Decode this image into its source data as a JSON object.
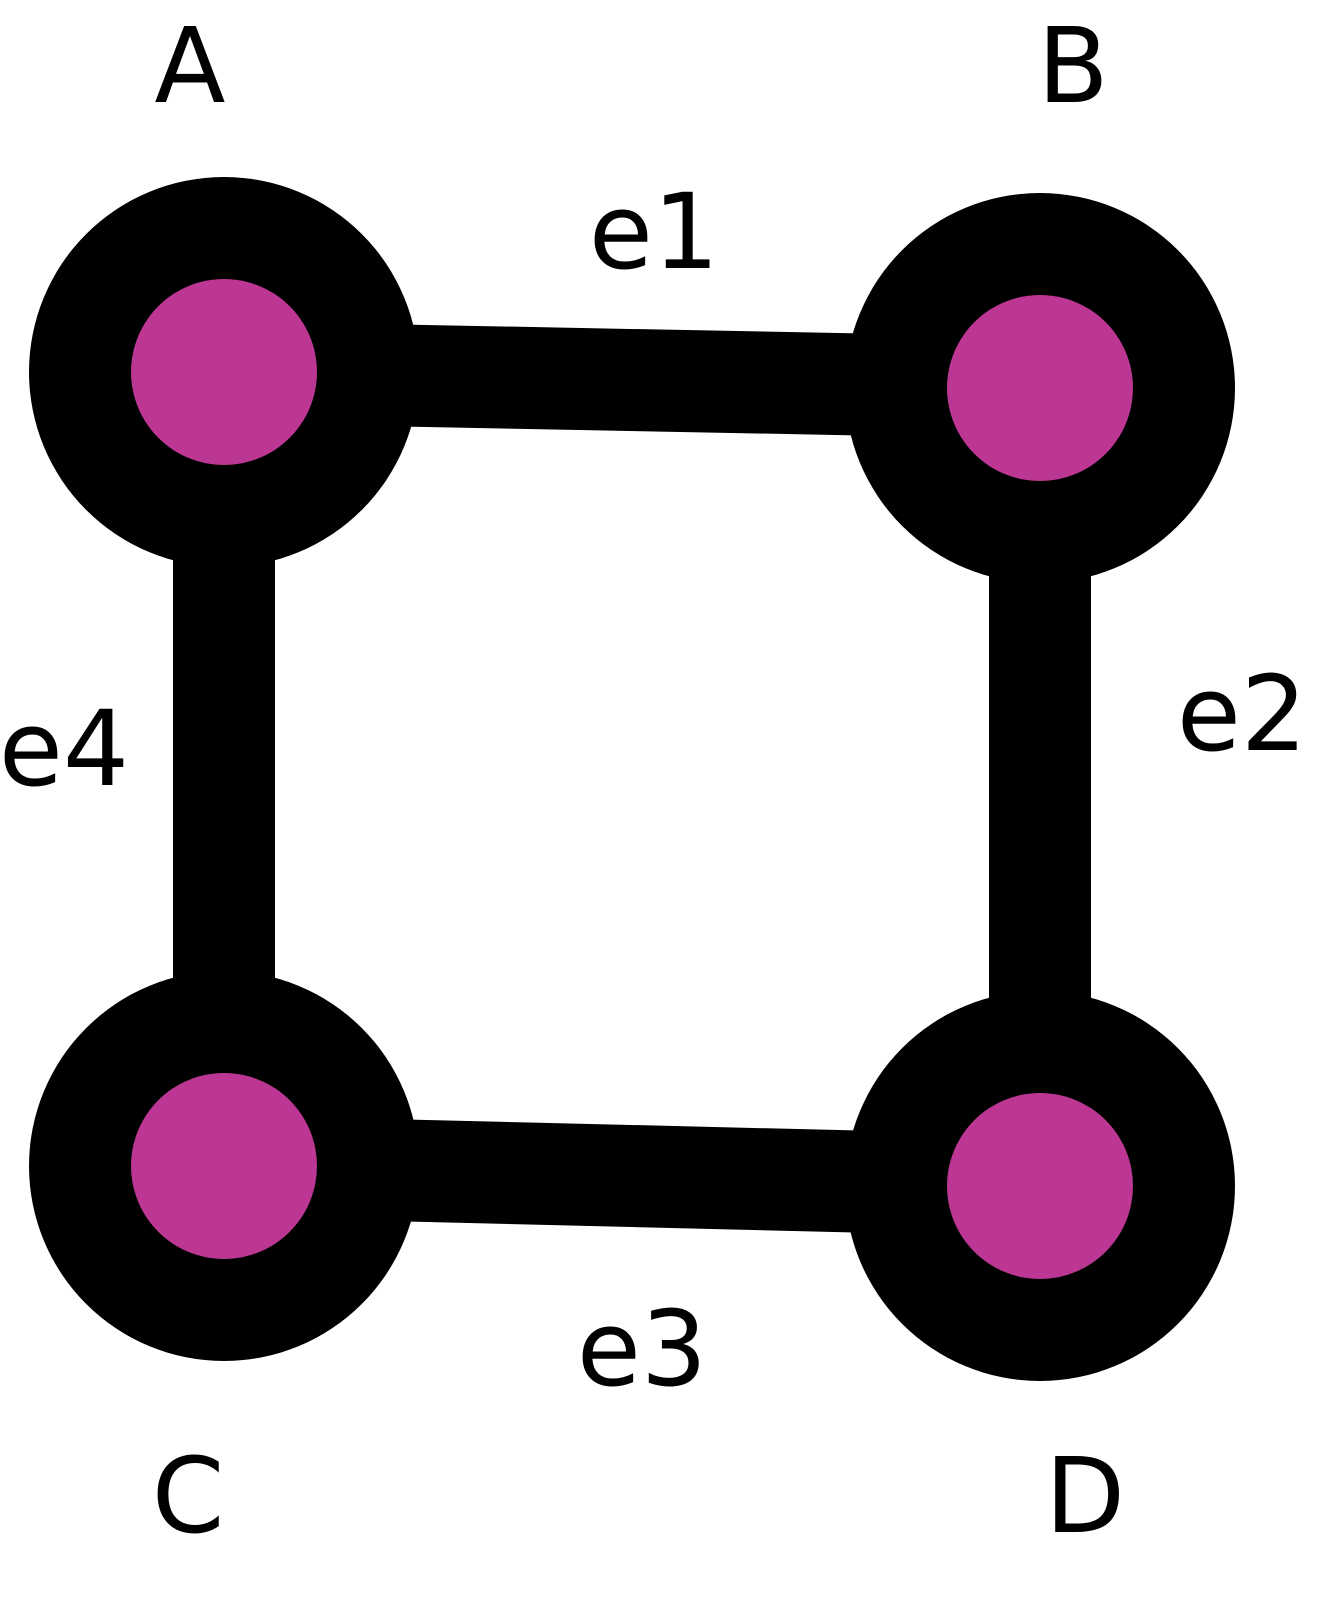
{
  "graph": {
    "nodes": [
      {
        "id": "A",
        "label": "A"
      },
      {
        "id": "B",
        "label": "B"
      },
      {
        "id": "C",
        "label": "C"
      },
      {
        "id": "D",
        "label": "D"
      }
    ],
    "edges": [
      {
        "id": "e1",
        "label": "e1",
        "from": "A",
        "to": "B"
      },
      {
        "id": "e2",
        "label": "e2",
        "from": "B",
        "to": "D"
      },
      {
        "id": "e3",
        "label": "e3",
        "from": "C",
        "to": "D"
      },
      {
        "id": "e4",
        "label": "e4",
        "from": "A",
        "to": "C"
      }
    ]
  },
  "colors": {
    "node_outer": "#000000",
    "node_inner": "#bb3793",
    "edge": "#000000",
    "text": "#000000",
    "background": "#ffffff"
  }
}
